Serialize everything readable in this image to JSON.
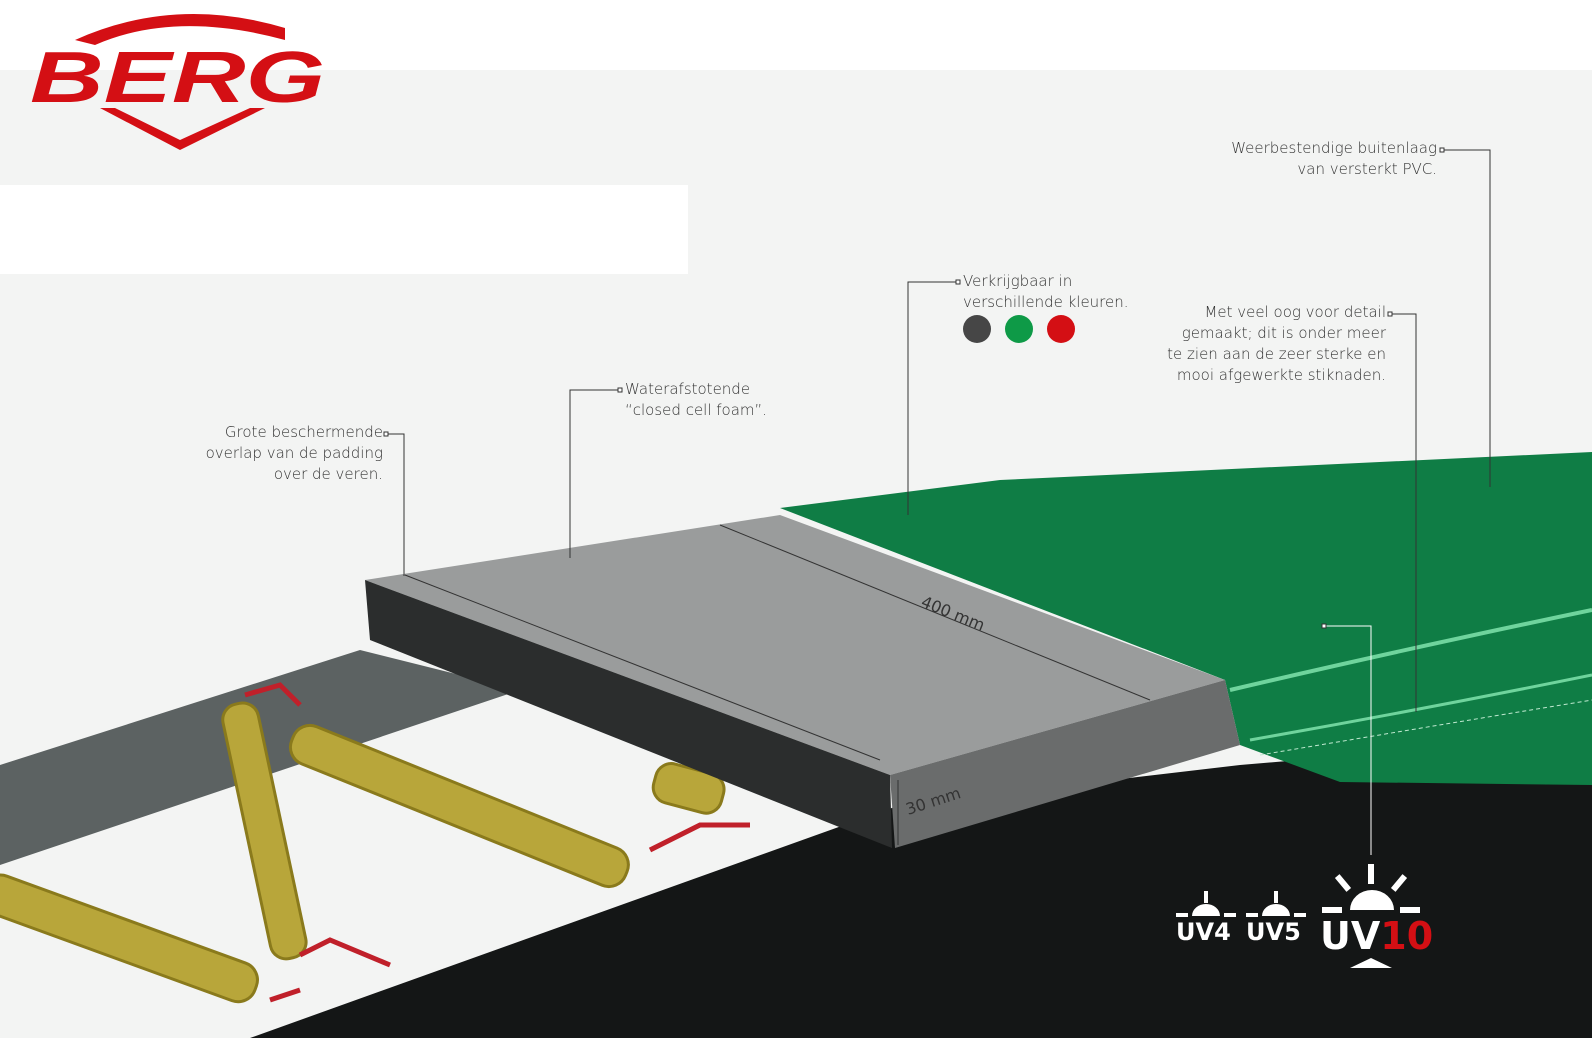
{
  "brand": {
    "logo_text": "BERG",
    "color": "#d40f14"
  },
  "annotations": {
    "overlap": [
      "Grote beschermende",
      "overlap van de padding",
      "over de veren."
    ],
    "foam": [
      "Waterafstotende",
      "“closed cell foam”."
    ],
    "colors": [
      "Verkrijgbaar in",
      "verschillende kleuren."
    ],
    "outer": [
      "Weerbestendige buitenlaag",
      "van versterkt PVC."
    ],
    "detail": [
      "Met veel oog voor detail",
      "gemaakt; dit is onder meer",
      "te zien aan de zeer sterke en",
      "mooi afgewerkte stiknaden."
    ]
  },
  "color_options": [
    "#464646",
    "#0e9a47",
    "#d40f14"
  ],
  "dimensions": {
    "width": "400 mm",
    "thickness": "30 mm"
  },
  "uv_ratings": {
    "uv4": "UV4",
    "uv5": "UV5",
    "uv10_prefix": "UV",
    "uv10_number": "10",
    "highlight_color": "#d40f14"
  }
}
